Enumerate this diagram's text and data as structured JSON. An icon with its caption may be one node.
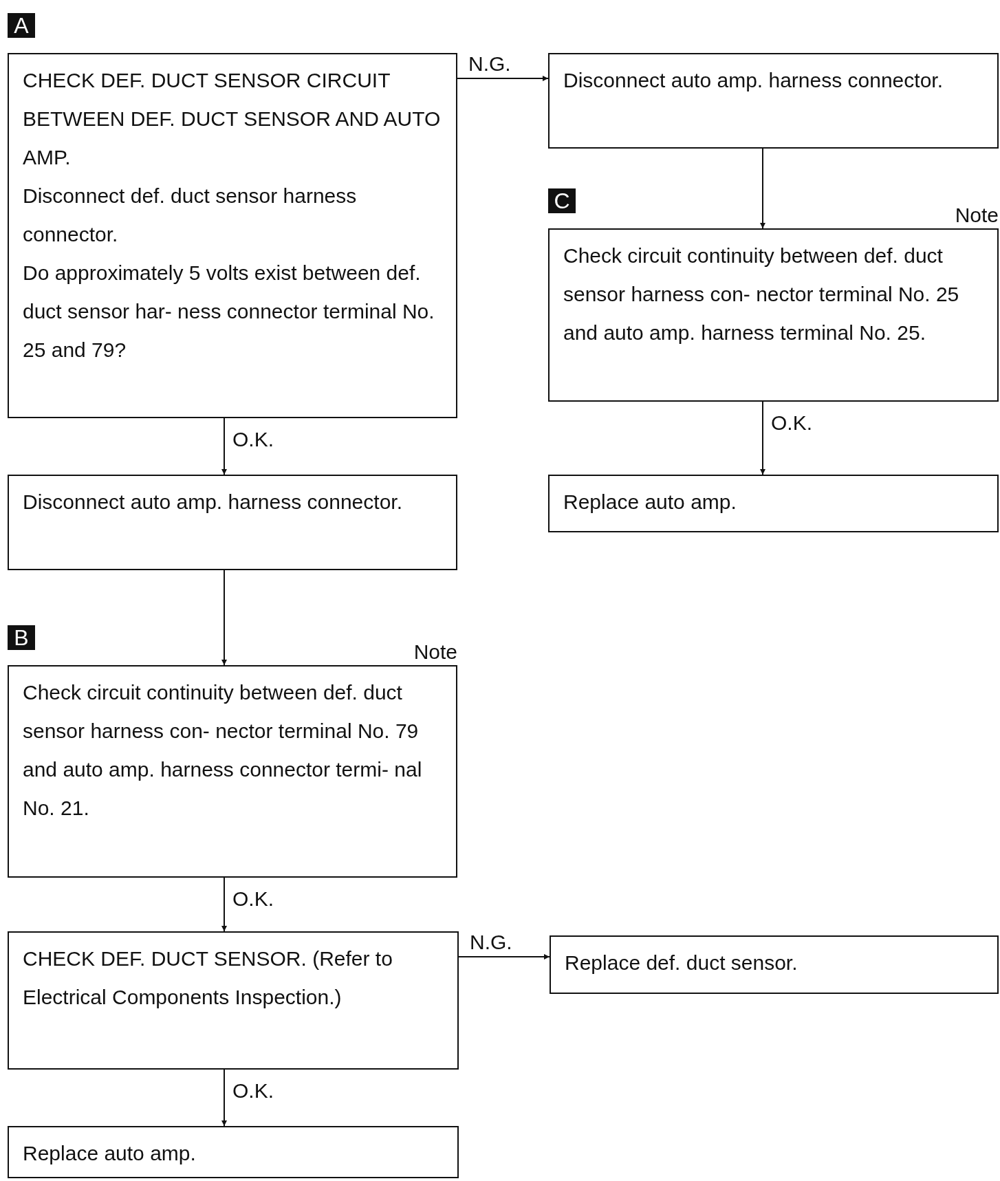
{
  "diagram": {
    "nodes": [
      {
        "text": [
          "CHECK DEF. DUCT SENSOR CIRCUIT BETWEEN DEF. DUCT SENSOR AND AUTO AMP.",
          "Disconnect def. duct sensor harness connector.",
          "Do approximately 5 volts exist between def. duct sensor har- ness connector terminal No. 25 and 79?"
        ],
        "beside": [
          "A"
        ]
      },
      {
        "text": [
          "Disconnect auto amp. harness connector."
        ]
      },
      {
        "text": [
          "Check circuit continuity between def. duct sensor harness con- nector terminal No. 25 and auto amp. harness terminal No. 25."
        ],
        "beside": [
          "C",
          "Note"
        ]
      },
      {
        "text": [
          "Replace auto amp."
        ]
      },
      {
        "text": [
          "Disconnect auto amp. harness connector."
        ]
      },
      {
        "text": [
          "Check circuit continuity between def. duct sensor harness con- nector terminal No. 79 and auto amp. harness connector termi- nal No. 21."
        ],
        "beside": [
          "B",
          "Note"
        ]
      },
      {
        "text": [
          "CHECK DEF. DUCT SENSOR. (Refer to Electrical Components Inspection.)"
        ]
      },
      {
        "text": [
          "Replace def. duct sensor."
        ]
      },
      {
        "text": [
          "Replace auto amp."
        ]
      }
    ],
    "edges": [
      {
        "from": 0,
        "to": 1,
        "arrow": "to",
        "label": "N.G."
      },
      {
        "from": 1,
        "to": 2,
        "arrow": "to"
      },
      {
        "from": 2,
        "to": 3,
        "arrow": "to",
        "label": "O.K."
      },
      {
        "from": 0,
        "to": 4,
        "arrow": "to",
        "label": "O.K."
      },
      {
        "from": 4,
        "to": 5,
        "arrow": "to"
      },
      {
        "from": 5,
        "to": 6,
        "arrow": "to",
        "label": "O.K."
      },
      {
        "from": 6,
        "to": 7,
        "arrow": "to",
        "label": "N.G."
      },
      {
        "from": 6,
        "to": 8,
        "arrow": "to",
        "label": "O.K."
      }
    ]
  }
}
